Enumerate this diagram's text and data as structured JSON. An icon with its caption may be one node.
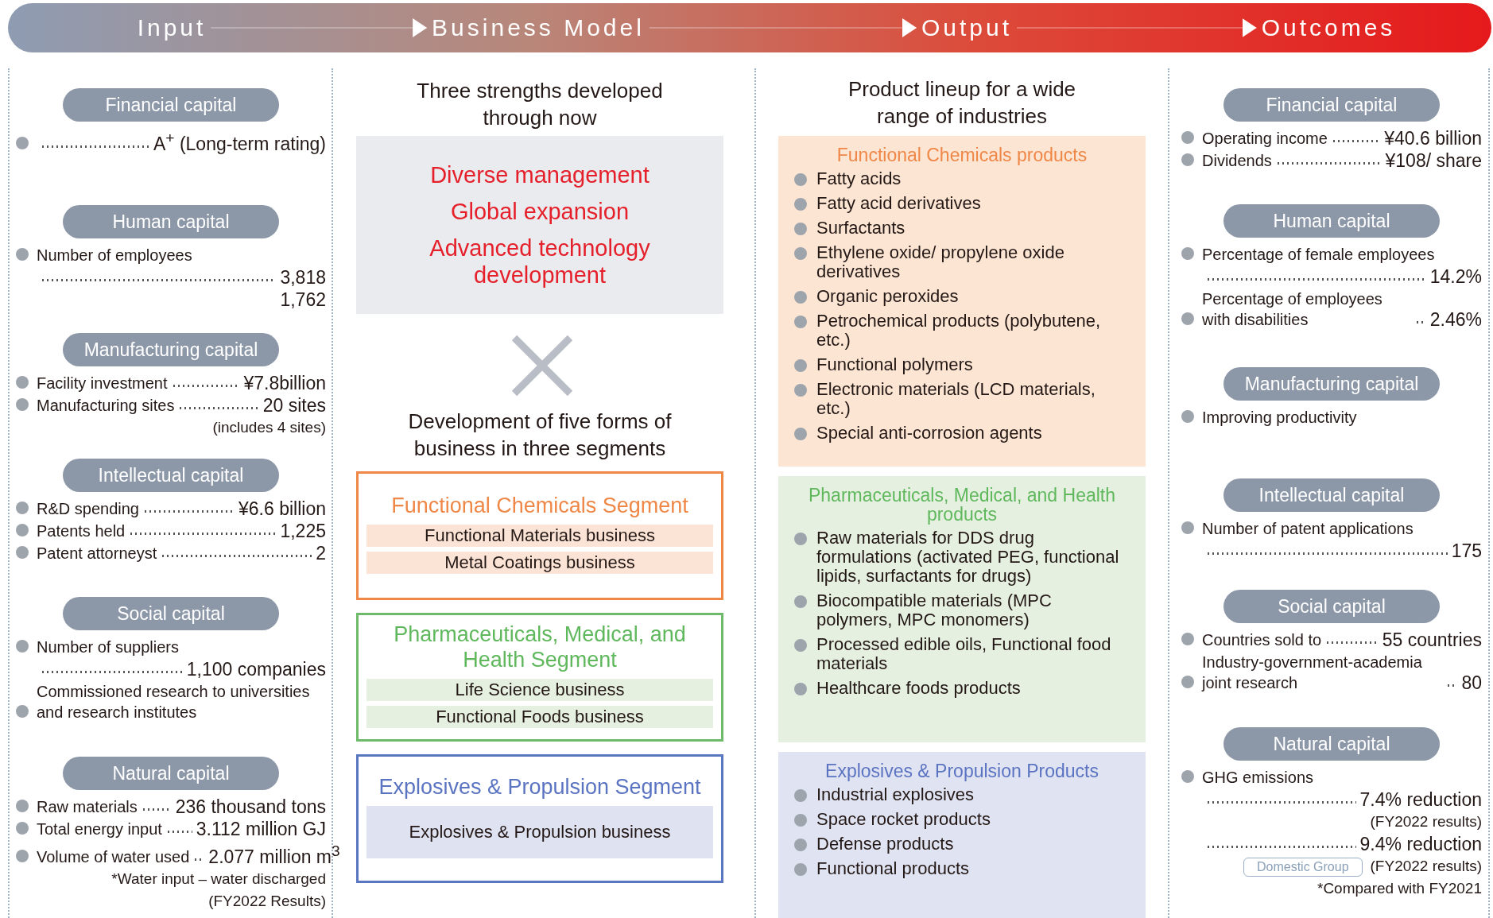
{
  "diagram": {
    "nodes": [
      {
        "text": [
          "Input"
        ]
      },
      {
        "text": [
          "Business Model"
        ]
      },
      {
        "text": [
          "Output"
        ]
      },
      {
        "text": [
          "Outcomes"
        ]
      },
      {
        "text": [
          "Financial capital"
        ]
      },
      {
        "text": [
          "Human capital"
        ]
      },
      {
        "text": [
          "Manufacturing capital"
        ]
      },
      {
        "text": [
          "Intellectual capital"
        ]
      },
      {
        "text": [
          "Social capital"
        ]
      },
      {
        "text": [
          "Natural capital"
        ]
      },
      {
        "text": [
          "Diverse management",
          "Global expansion",
          "Advanced technology development"
        ]
      },
      {
        "text": [
          "Functional Chemicals Segment"
        ]
      },
      {
        "text": [
          "Functional Materials business"
        ],
        "in": 11
      },
      {
        "text": [
          "Metal Coatings business"
        ],
        "in": 11
      },
      {
        "text": [
          "Pharmaceuticals, Medical, and Health Segment"
        ]
      },
      {
        "text": [
          "Life Science business"
        ],
        "in": 14
      },
      {
        "text": [
          "Functional Foods business"
        ],
        "in": 14
      },
      {
        "text": [
          "Explosives & Propulsion Segment"
        ]
      },
      {
        "text": [
          "Explosives & Propulsion business"
        ],
        "in": 17
      },
      {
        "text": [
          "Functional Chemicals products",
          "Fatty acids",
          "Fatty acid derivatives",
          "Surfactants",
          "Ethylene oxide/ propylene oxide derivatives",
          "Organic peroxides",
          "Petrochemical products (polybutene, etc.)",
          "Functional polymers",
          "Electronic materials (LCD materials, etc.)",
          "Special anti-corrosion agents"
        ]
      },
      {
        "text": [
          "Pharmaceuticals, Medical, and Health products",
          "Raw materials for DDS drug formulations (activated PEG, functional lipids, surfactants for drugs)",
          "Biocompatible materials (MPC polymers, MPC monomers)",
          "Processed edible oils, Functional food materials",
          "Healthcare foods products"
        ]
      },
      {
        "text": [
          "Explosives & Propulsion Products",
          "Industrial explosives",
          "Space rocket products",
          "Defense products",
          "Functional products"
        ]
      },
      {
        "text": [
          "Financial capital"
        ]
      },
      {
        "text": [
          "Human capital"
        ]
      },
      {
        "text": [
          "Manufacturing capital"
        ]
      },
      {
        "text": [
          "Intellectual capital"
        ]
      },
      {
        "text": [
          "Social capital"
        ]
      },
      {
        "text": [
          "Natural capital"
        ]
      },
      {
        "text": [
          "Domestic Group"
        ]
      }
    ],
    "edges": [
      {
        "from": 0,
        "to": 1,
        "arrow": "to"
      },
      {
        "from": 1,
        "to": 2,
        "arrow": "to"
      },
      {
        "from": 2,
        "to": 3,
        "arrow": "to"
      }
    ],
    "labels": [
      "A$^{+}$ (Long-term rating)",
      "Number of employees",
      "3,818",
      "1,762",
      "Facility investment",
      "¥7.8billion",
      "Manufacturing sites",
      "20 sites",
      "(includes 4 sites)",
      "R&D spending",
      "¥6.6 billion",
      "Patents held",
      "1,225",
      "Patent attorneyst",
      "2",
      "Number of suppliers",
      "1,100 companies",
      "Commissioned research to universities and research institutes",
      "Raw materials",
      "236 thousand tons",
      "Total energy input",
      "3.112 million GJ",
      "Volume of water used",
      "2.077 million m$^{3}$",
      "*Water input – water discharged",
      "(FY2022 Results)",
      "Three strengths developed through now",
      "Development of five forms of business in three segments",
      "Product lineup for a wide range of industries",
      "Operating income",
      "¥40.6 billion",
      "Dividends",
      "¥108/ share",
      "Percentage of female employees",
      "14.2%",
      "Percentage of employees with disabilities",
      "2.46%",
      "Improving productivity",
      "Number of patent applications",
      "175",
      "Countries sold to",
      "55 countries",
      "Industry-government-academia joint research",
      "80",
      "GHG emissions",
      "7.4% reduction",
      "(FY2022 results)",
      "9.4% reduction",
      "(FY2022 results)",
      "*Compared with FY2021"
    ]
  }
}
